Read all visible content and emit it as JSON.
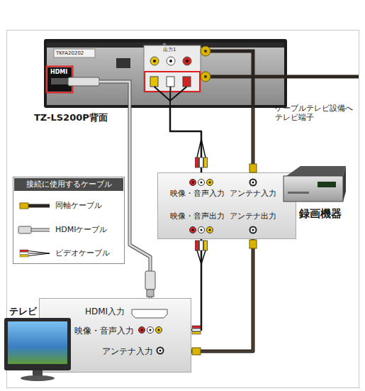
{
  "diagram": {
    "nodes": [
      {
        "text": [
          "TZ-LS200P背面"
        ]
      },
      {
        "text": [
          "録画機器",
          "映像・音声入力",
          "アンテナ入力",
          "映像・音声出力",
          "アンテナ出力"
        ]
      },
      {
        "text": [
          "テレビ",
          "HDMI入力",
          "映像・音声入力",
          "アンテナ入力"
        ]
      }
    ],
    "edges": [
      {
        "from": 0,
        "to": 2,
        "arrow": "none"
      },
      {
        "from": 0,
        "to": 1,
        "arrow": "none"
      },
      {
        "from": 0,
        "to": 1,
        "arrow": "none"
      },
      {
        "from": 1,
        "to": 2,
        "arrow": "none"
      },
      {
        "from": 1,
        "to": 2,
        "arrow": "none"
      }
    ],
    "labels": [
      "TKFA20202",
      "HDMI",
      "出力1",
      "ケーブルテレビ設備へ テレビ端子",
      "接続に使用するケーブル"
    ],
    "legend": [
      {
        "text": "同軸ケーブル"
      },
      {
        "text": "HDMIケーブル"
      },
      {
        "text": "ビデオケーブル"
      }
    ]
  }
}
